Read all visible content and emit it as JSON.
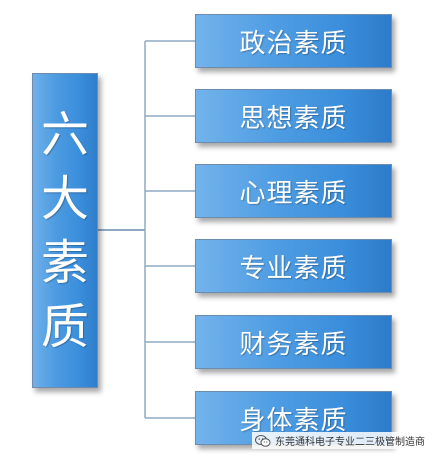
{
  "root": {
    "chars": [
      "六",
      "大",
      "素",
      "质"
    ]
  },
  "children": [
    {
      "label": "政治素质"
    },
    {
      "label": "思想素质"
    },
    {
      "label": "心理素质"
    },
    {
      "label": "专业素质"
    },
    {
      "label": "财务素质"
    },
    {
      "label": "身体素质"
    }
  ],
  "watermark": {
    "text": "东莞通科电子专业二三极管制造商",
    "icon": "wechat-icon"
  },
  "colors": {
    "box_fill": "#3b8fdc",
    "box_border": "#6d8cae",
    "connector": "#8fa9c4",
    "text": "#ffffff"
  }
}
